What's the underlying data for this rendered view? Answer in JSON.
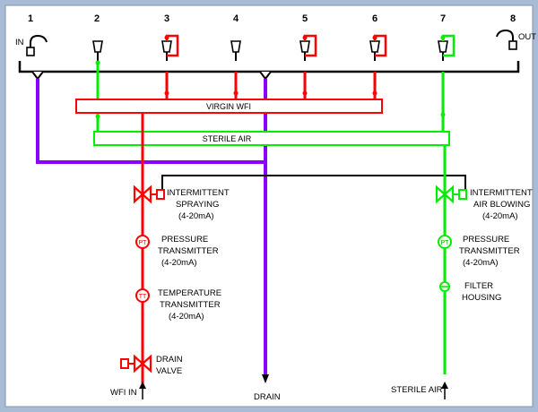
{
  "colors": {
    "wfi": "#ff0000",
    "air": "#00ee00",
    "drain": "#8a00ff",
    "line": "#000000",
    "frame": "#a9bcd6"
  },
  "columns": [
    "1",
    "2",
    "3",
    "4",
    "5",
    "6",
    "7",
    "8"
  ],
  "ports": {
    "in": "IN",
    "out": "OUT"
  },
  "headers": {
    "virgin_wfi": "VIRGIN WFI",
    "sterile_air": "STERILE AIR"
  },
  "instruments": {
    "intermittent_spraying": [
      "INTERMITTENT",
      "SPRAYING",
      "(4-20mA)"
    ],
    "pressure_transmitter_left": [
      "PRESSURE",
      "TRANSMITTER",
      "(4-20mA)"
    ],
    "temperature_transmitter": [
      "TEMPERATURE",
      "TRANSMITTER",
      "(4-20mA)"
    ],
    "drain_valve": [
      "DRAIN",
      "VALVE"
    ],
    "intermittent_air_blowing": [
      "INTERMITTENT",
      "AIR BLOWING",
      "(4-20mA)"
    ],
    "pressure_transmitter_right": [
      "PRESSURE",
      "TRANSMITTER",
      "(4-20mA)"
    ],
    "filter_housing": [
      "FILTER",
      "HOUSING"
    ]
  },
  "tags": {
    "pt": "PT",
    "tt": "TT"
  },
  "outlets": {
    "wfi_in": "WFI IN",
    "drain": "DRAIN",
    "sterile_air": "STERILE AIR"
  }
}
